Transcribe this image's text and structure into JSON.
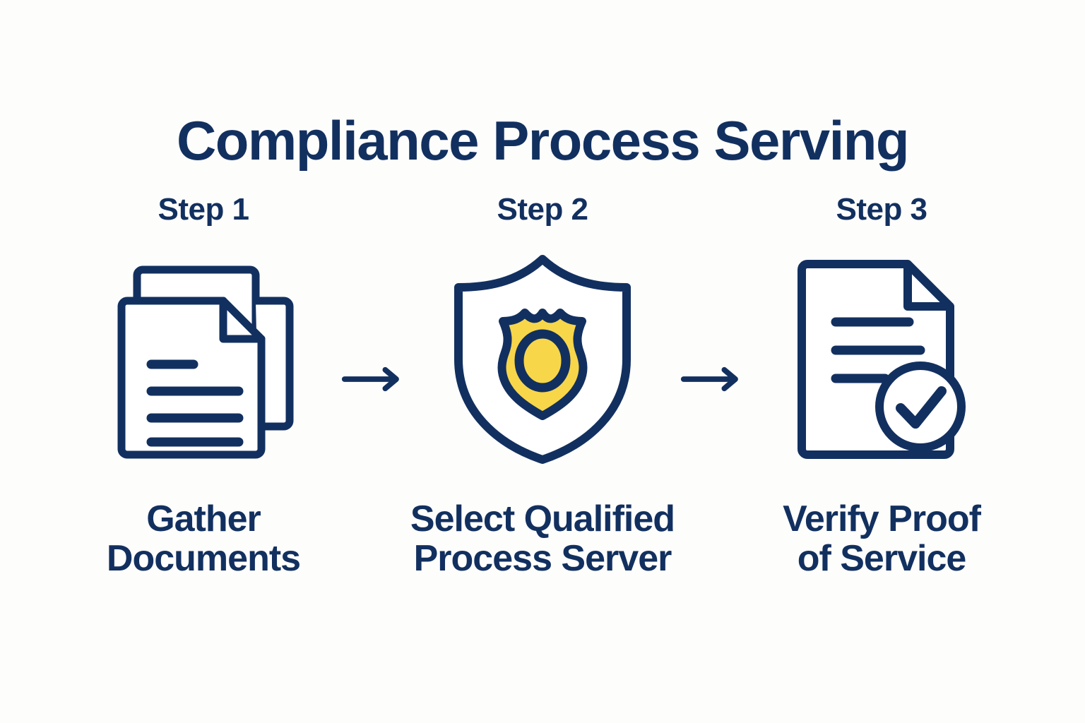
{
  "page": {
    "title": "Compliance Process Serving",
    "background_color": "#fdfdfc"
  },
  "colors": {
    "navy": "#12305f",
    "yellow": "#f8d64a",
    "white": "#ffffff"
  },
  "steps": [
    {
      "label": "Step 1",
      "icon": "documents-icon",
      "caption_line1": "Gather",
      "caption_line2": "Documents"
    },
    {
      "label": "Step 2",
      "icon": "shield-badge-icon",
      "caption_line1": "Select Qualified",
      "caption_line2": "Process Server"
    },
    {
      "label": "Step 3",
      "icon": "document-check-icon",
      "caption_line1": "Verify Proof",
      "caption_line2": "of Service"
    }
  ],
  "connectors": [
    {
      "icon": "arrow-right-icon"
    },
    {
      "icon": "arrow-right-icon"
    }
  ]
}
